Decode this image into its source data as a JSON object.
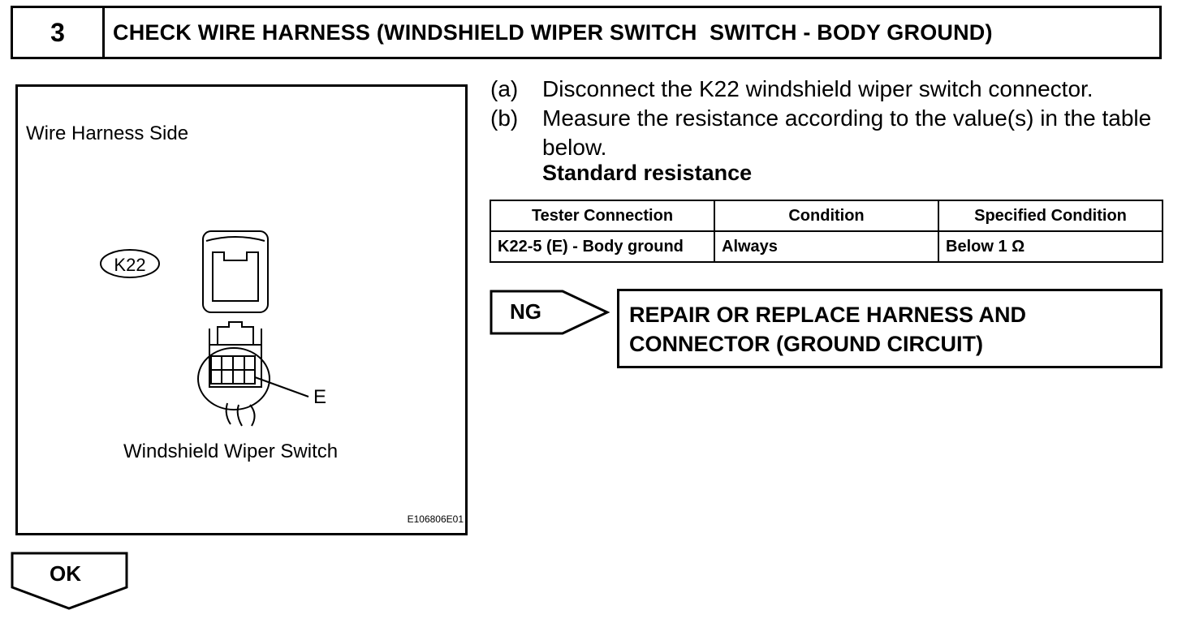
{
  "header": {
    "step_number": "3",
    "title": "CHECK WIRE HARNESS (WINDSHIELD WIPER SWITCH  SWITCH - BODY GROUND)"
  },
  "figure": {
    "side_label": "Wire Harness Side",
    "connector_id": "K22",
    "terminal_label": "E",
    "component_label": "Windshield Wiper Switch",
    "figure_code": "E106806E01"
  },
  "steps": [
    {
      "letter": "(a)",
      "text": "Disconnect the K22 windshield wiper switch connector."
    },
    {
      "letter": "(b)",
      "text": "Measure the resistance according to the value(s) in the table below."
    }
  ],
  "standard_heading": "Standard resistance",
  "table": {
    "headers": [
      "Tester Connection",
      "Condition",
      "Specified Condition"
    ],
    "rows": [
      [
        "K22-5 (E) - Body ground",
        "Always",
        "Below 1 Ω"
      ]
    ]
  },
  "ng": {
    "label": "NG",
    "result_line1": "REPAIR OR REPLACE HARNESS AND",
    "result_line2": "CONNECTOR (GROUND CIRCUIT)"
  },
  "ok": {
    "label": "OK"
  }
}
